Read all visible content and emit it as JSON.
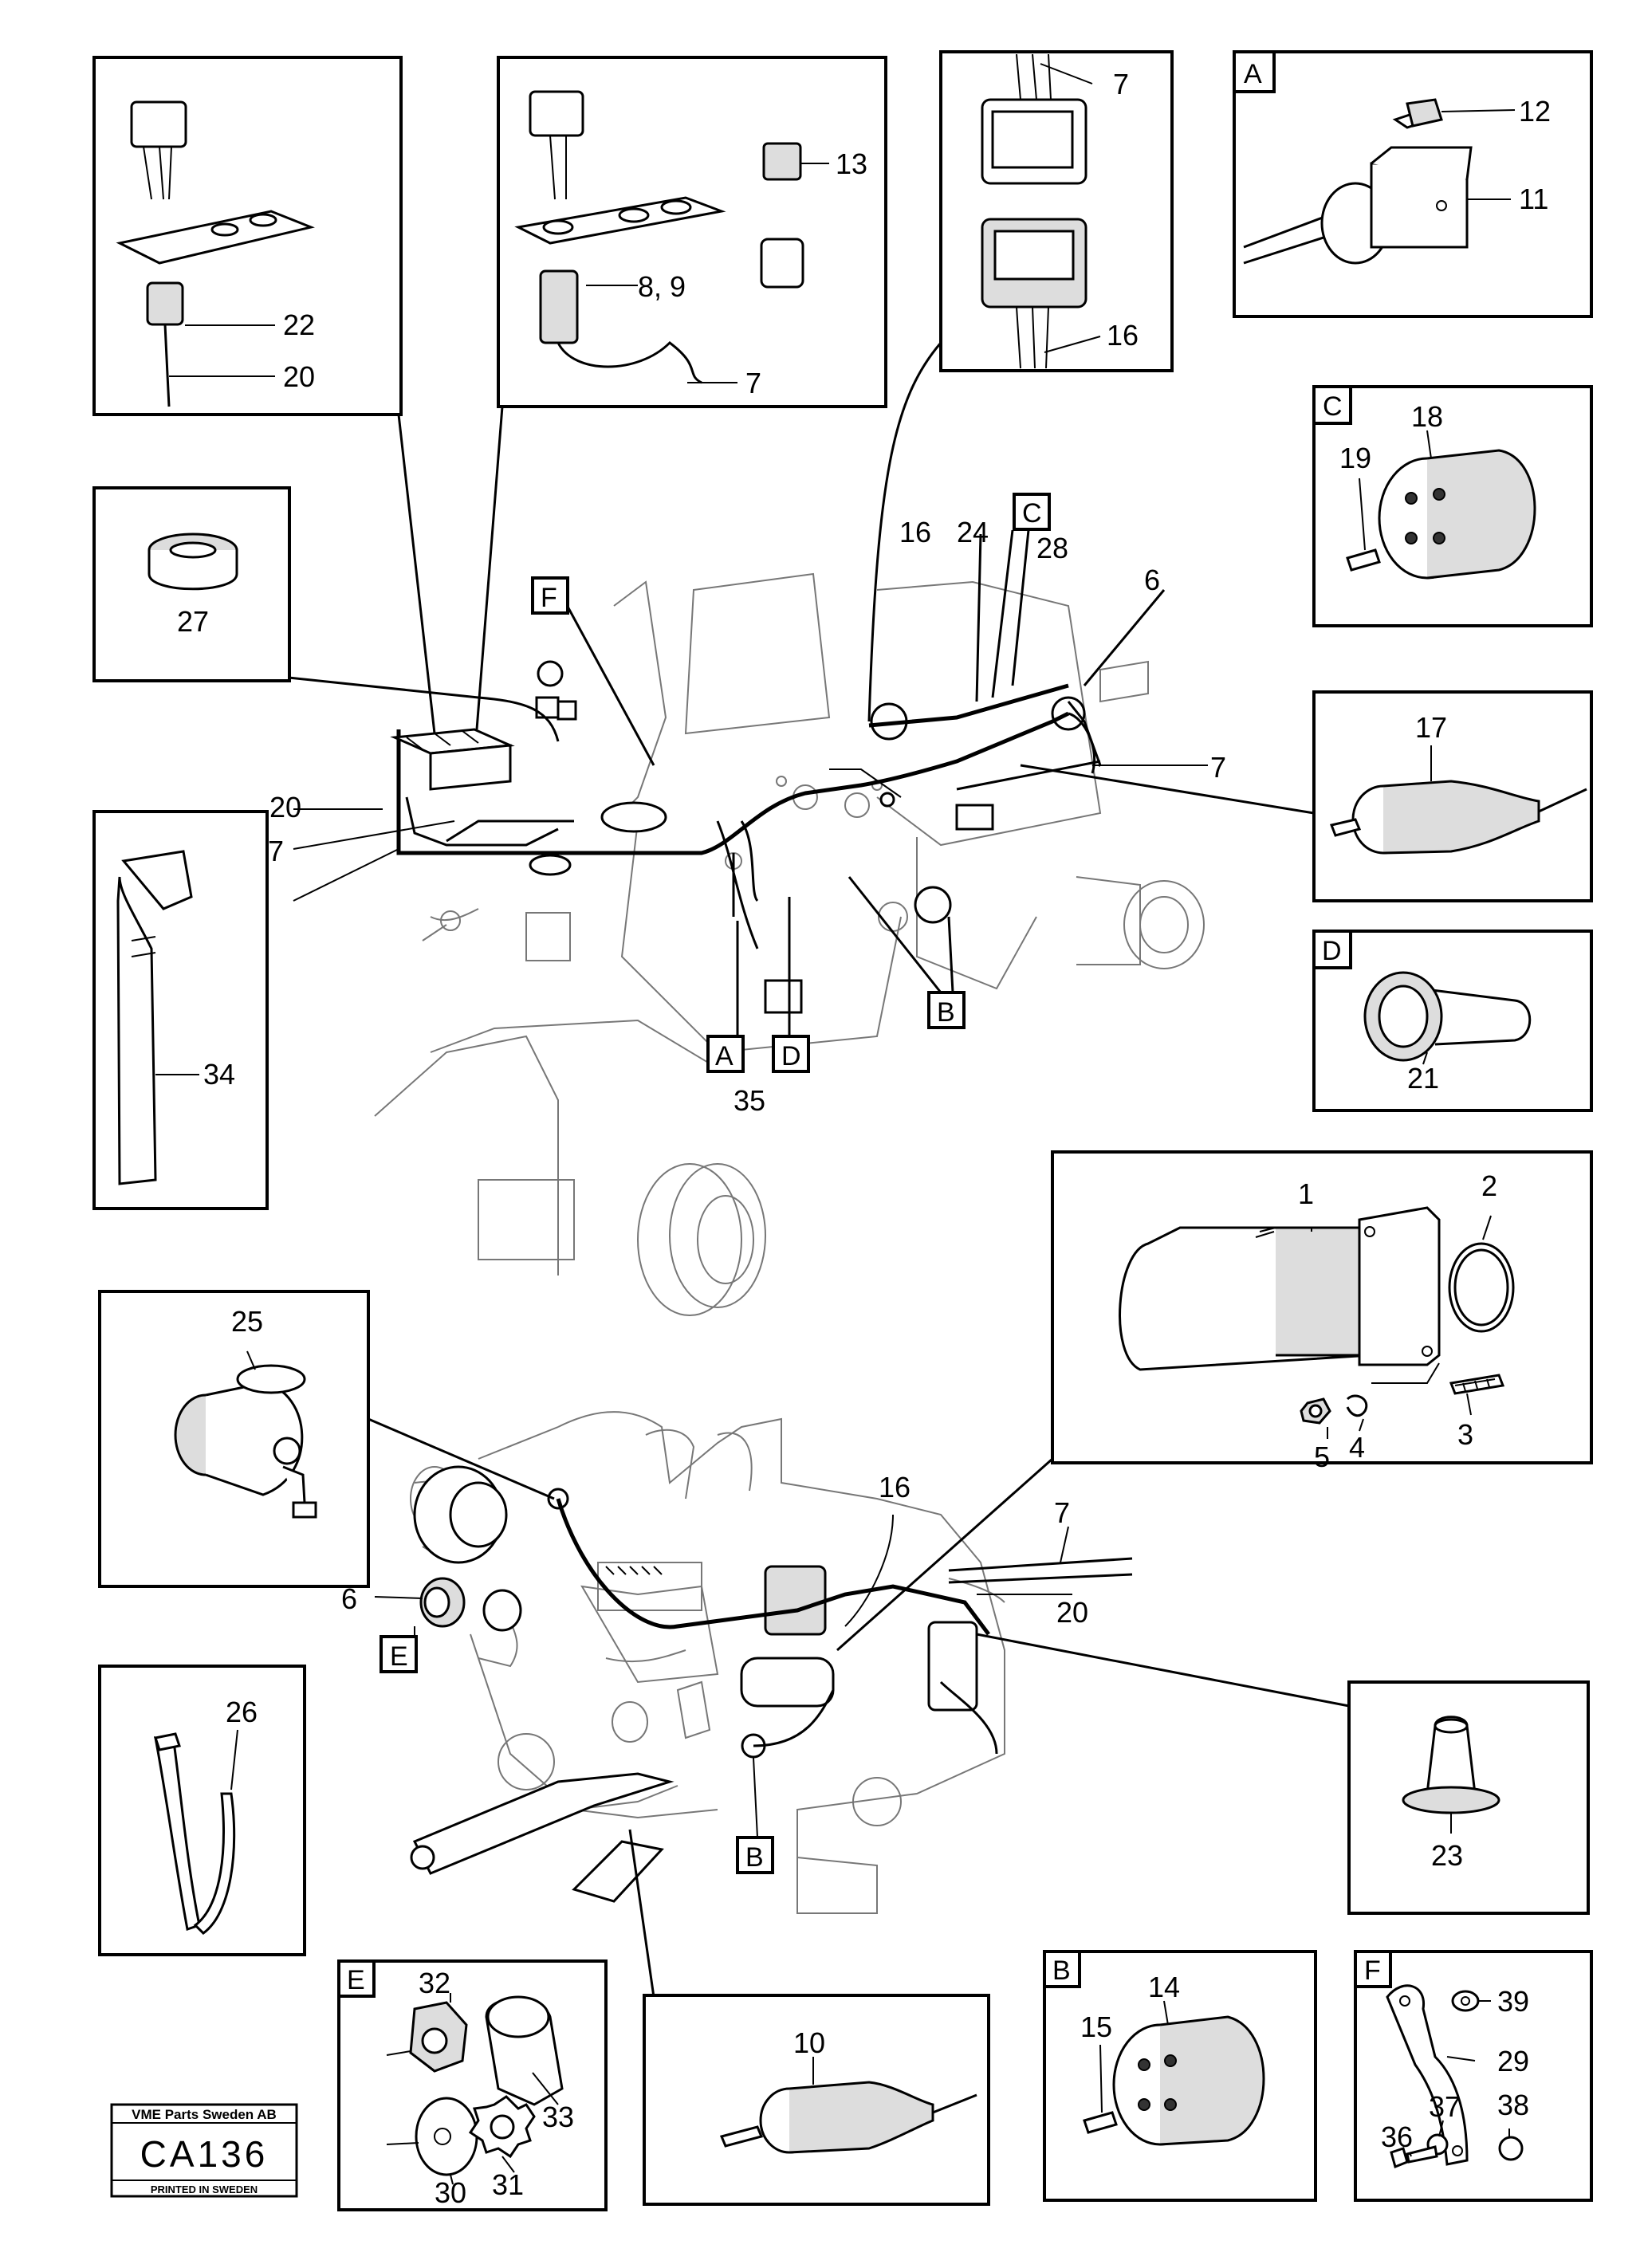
{
  "callouts": {
    "n1": "1",
    "n2": "2",
    "n3": "3",
    "n4": "4",
    "n5": "5",
    "n6a": "6",
    "n6b": "6",
    "n7a": "7",
    "n7b": "7",
    "n7c": "7",
    "n7d": "7",
    "n7e": "7",
    "n89": "8, 9",
    "n10": "10",
    "n11": "11",
    "n12": "12",
    "n13": "13",
    "n14": "14",
    "n15": "15",
    "n16a": "16",
    "n16b": "16",
    "n16c": "16",
    "n17": "17",
    "n18": "18",
    "n19": "19",
    "n20a": "20",
    "n20b": "20",
    "n20c": "20",
    "n21": "21",
    "n22": "22",
    "n23": "23",
    "n24": "24",
    "n25": "25",
    "n26": "26",
    "n27": "27",
    "n28": "28",
    "n29": "29",
    "n30": "30",
    "n31": "31",
    "n32": "32",
    "n33": "33",
    "n34": "34",
    "n35": "35",
    "n36": "36",
    "n37": "37",
    "n38": "38",
    "n39": "39"
  },
  "detail_letters": {
    "A": "A",
    "B": "B",
    "C": "C",
    "D": "D",
    "E": "E",
    "F": "F"
  },
  "title_block": {
    "company": "VME Parts Sweden AB",
    "code": "CA136",
    "printed": "PRINTED IN SWEDEN"
  }
}
